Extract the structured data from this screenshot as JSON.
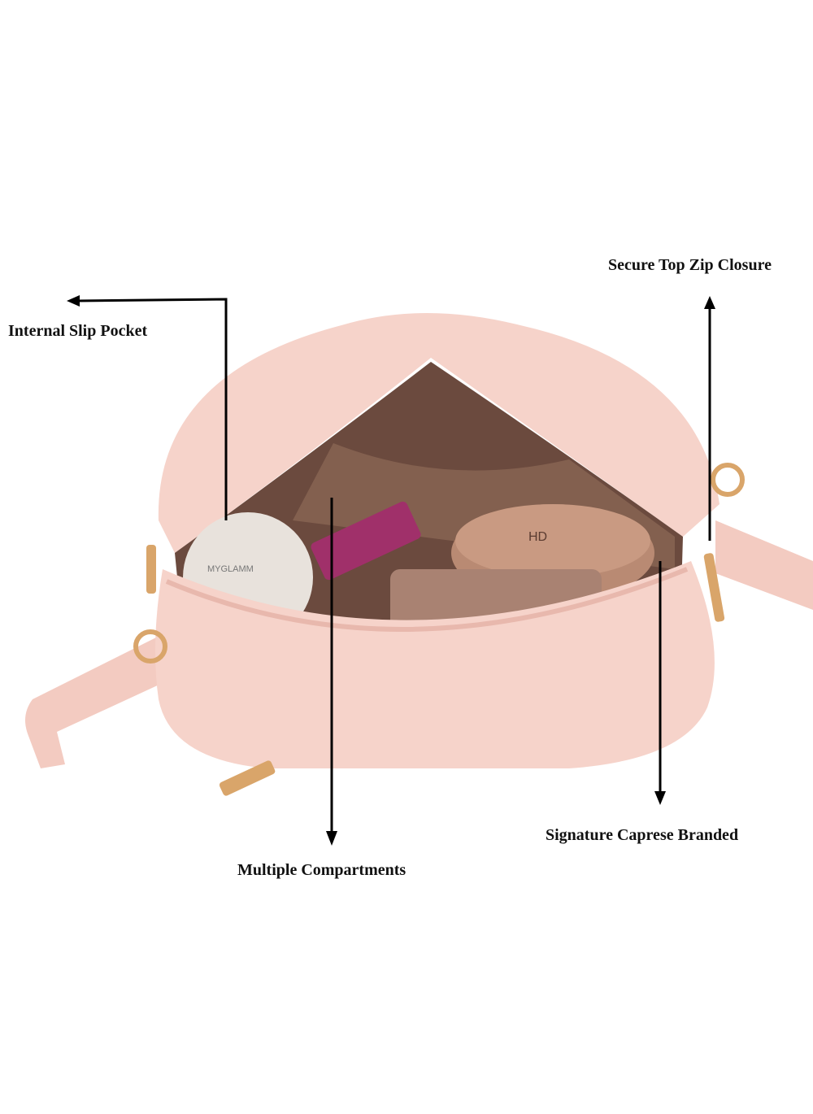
{
  "callouts": {
    "internal_slip_pocket": "Internal Slip Pocket",
    "secure_top_zip": "Secure Top Zip Closure",
    "multiple_compartments": "Multiple Compartments",
    "signature_branded": "Signature Caprese Branded"
  },
  "product_image": {
    "compact_brand_text": "MYGLAMM",
    "compact_text": "HD"
  },
  "colors": {
    "bag_pink": "#f5cfc6",
    "interior_brown": "#6b4a3e",
    "hardware_gold": "#d9a56a",
    "arrow": "#000000"
  }
}
